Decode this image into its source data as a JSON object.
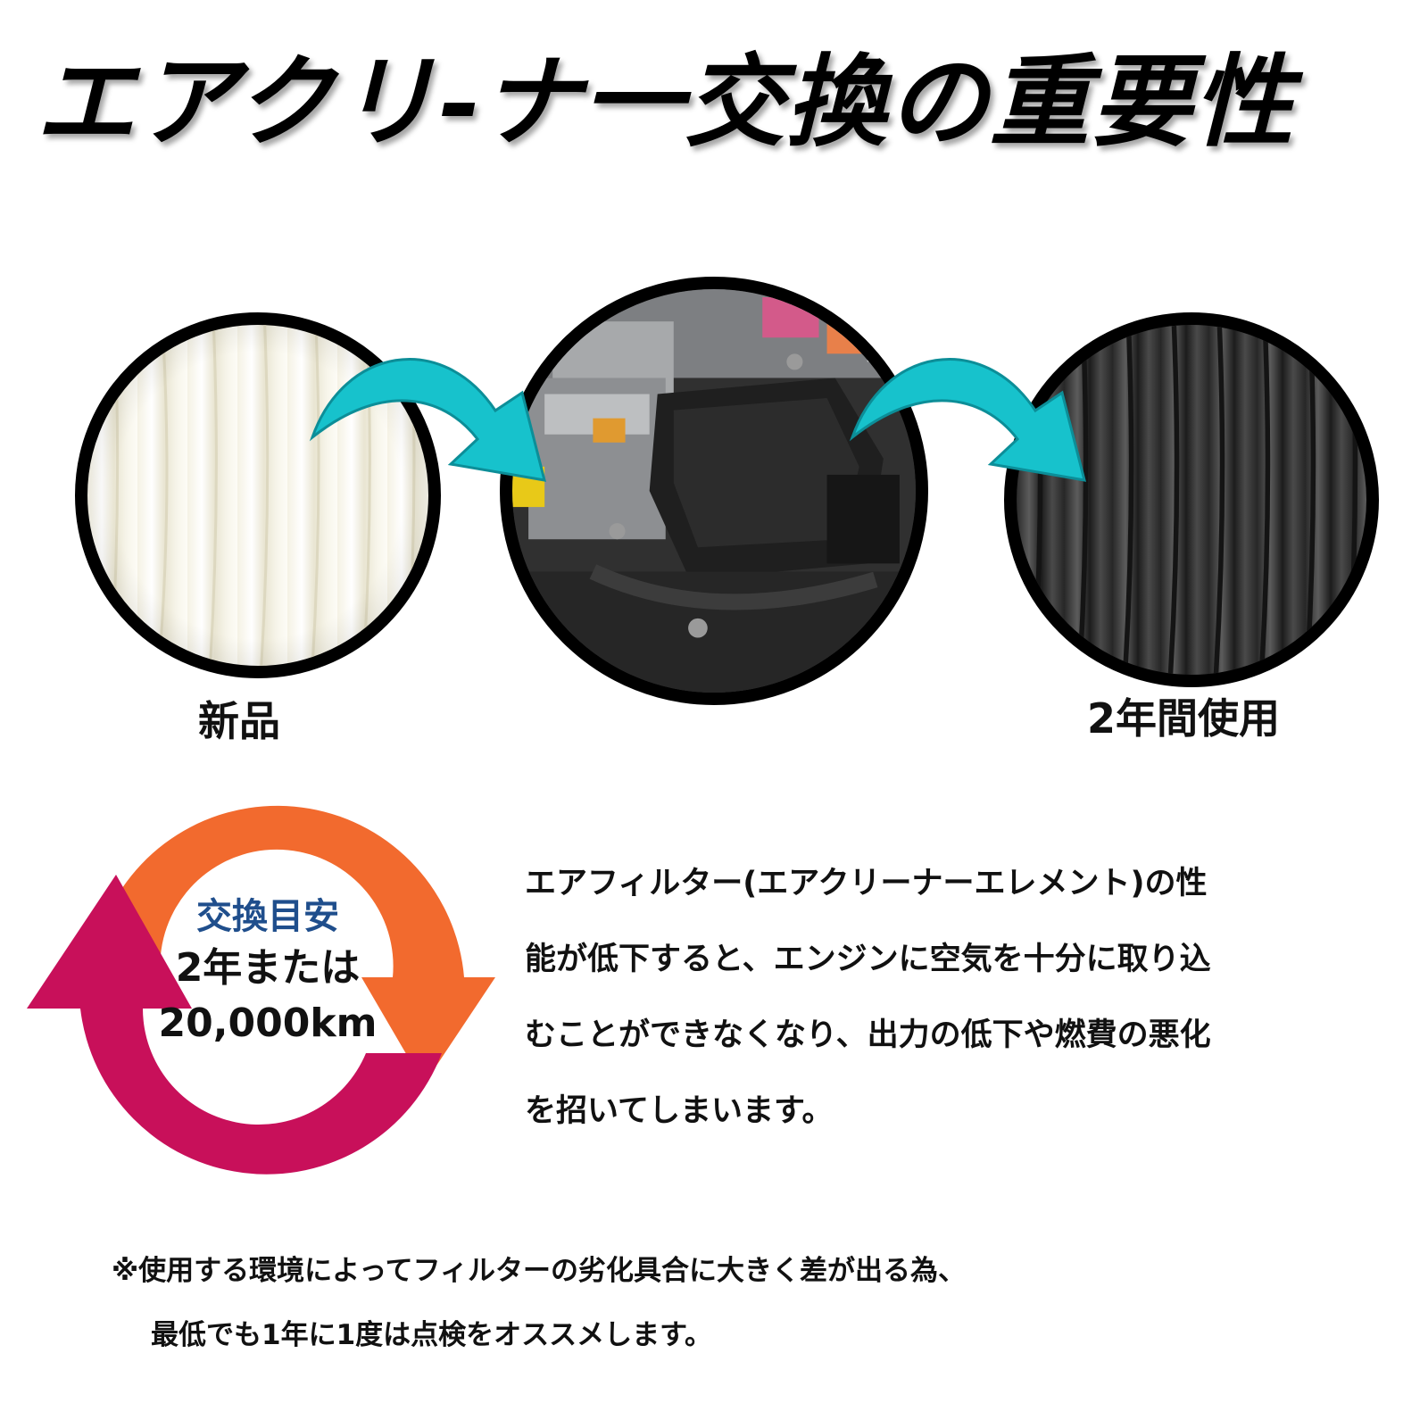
{
  "title": "エアクリ-ナ一交換の重要性",
  "images": {
    "new_filter": {
      "label": "新品"
    },
    "engine": {},
    "used_filter": {
      "label": "2年間使用"
    }
  },
  "colors": {
    "arrow_teal": "#17c2cc",
    "arrow_dark": "#0c8e98",
    "cycle_orange": "#f26a2e",
    "cycle_crimson": "#c8105a",
    "heading_blue": "#1f4e8c"
  },
  "cycle": {
    "heading": "交換目安",
    "line1": "2年または",
    "line2": "20,000km"
  },
  "description": {
    "lines": [
      "エアフィルター(エアクリーナーエレメント)の性",
      "能が低下すると、エンジンに空気を十分に取り込",
      "むことができなくなり、出力の低下や燃費の悪化",
      "を招いてしまいます。"
    ]
  },
  "note": {
    "lines": [
      "※使用する環境によってフィルターの劣化具合に大きく差が出る為、",
      "最低でも1年に1度は点検をオススメします。"
    ]
  }
}
